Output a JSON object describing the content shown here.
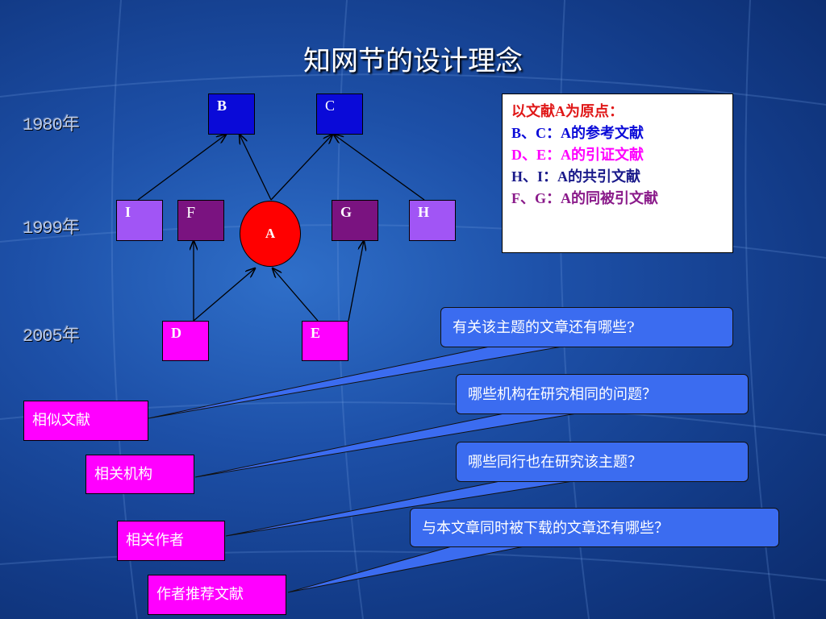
{
  "title": "知网节的设计理念",
  "years": {
    "y1980": "1980年",
    "y1999": "1999年",
    "y2005": "2005年"
  },
  "nodes": {
    "B": "B",
    "C": "C",
    "I": "I",
    "F": "F",
    "A": "A",
    "G": "G",
    "H": "H",
    "D": "D",
    "E": "E"
  },
  "legend": {
    "l1": "以文献A为原点：",
    "l2": "B、C：A的参考文献",
    "l3": "D、E：A的引证文献",
    "l4": "H、I：A的共引文献",
    "l5": "F、G：A的同被引文献"
  },
  "callouts": {
    "q1": "有关该主题的文章还有哪些?",
    "q2": "哪些机构在研究相同的问题？",
    "q3": "哪些同行也在研究该主题？",
    "q4": "与本文章同时被下载的文章还有哪些？"
  },
  "labels": {
    "l1": "相似文献",
    "l2": "相关机构",
    "l3": "相关作者",
    "l4": "作者推荐文献"
  },
  "colors": {
    "background": "#1d50a8",
    "blue_node": "#0a0ad8",
    "light_purple_node": "#a155f5",
    "dark_purple_node": "#7a1380",
    "magenta": "#ff00ff",
    "origin": "#ff0000",
    "callout": "#3b6cf0"
  }
}
